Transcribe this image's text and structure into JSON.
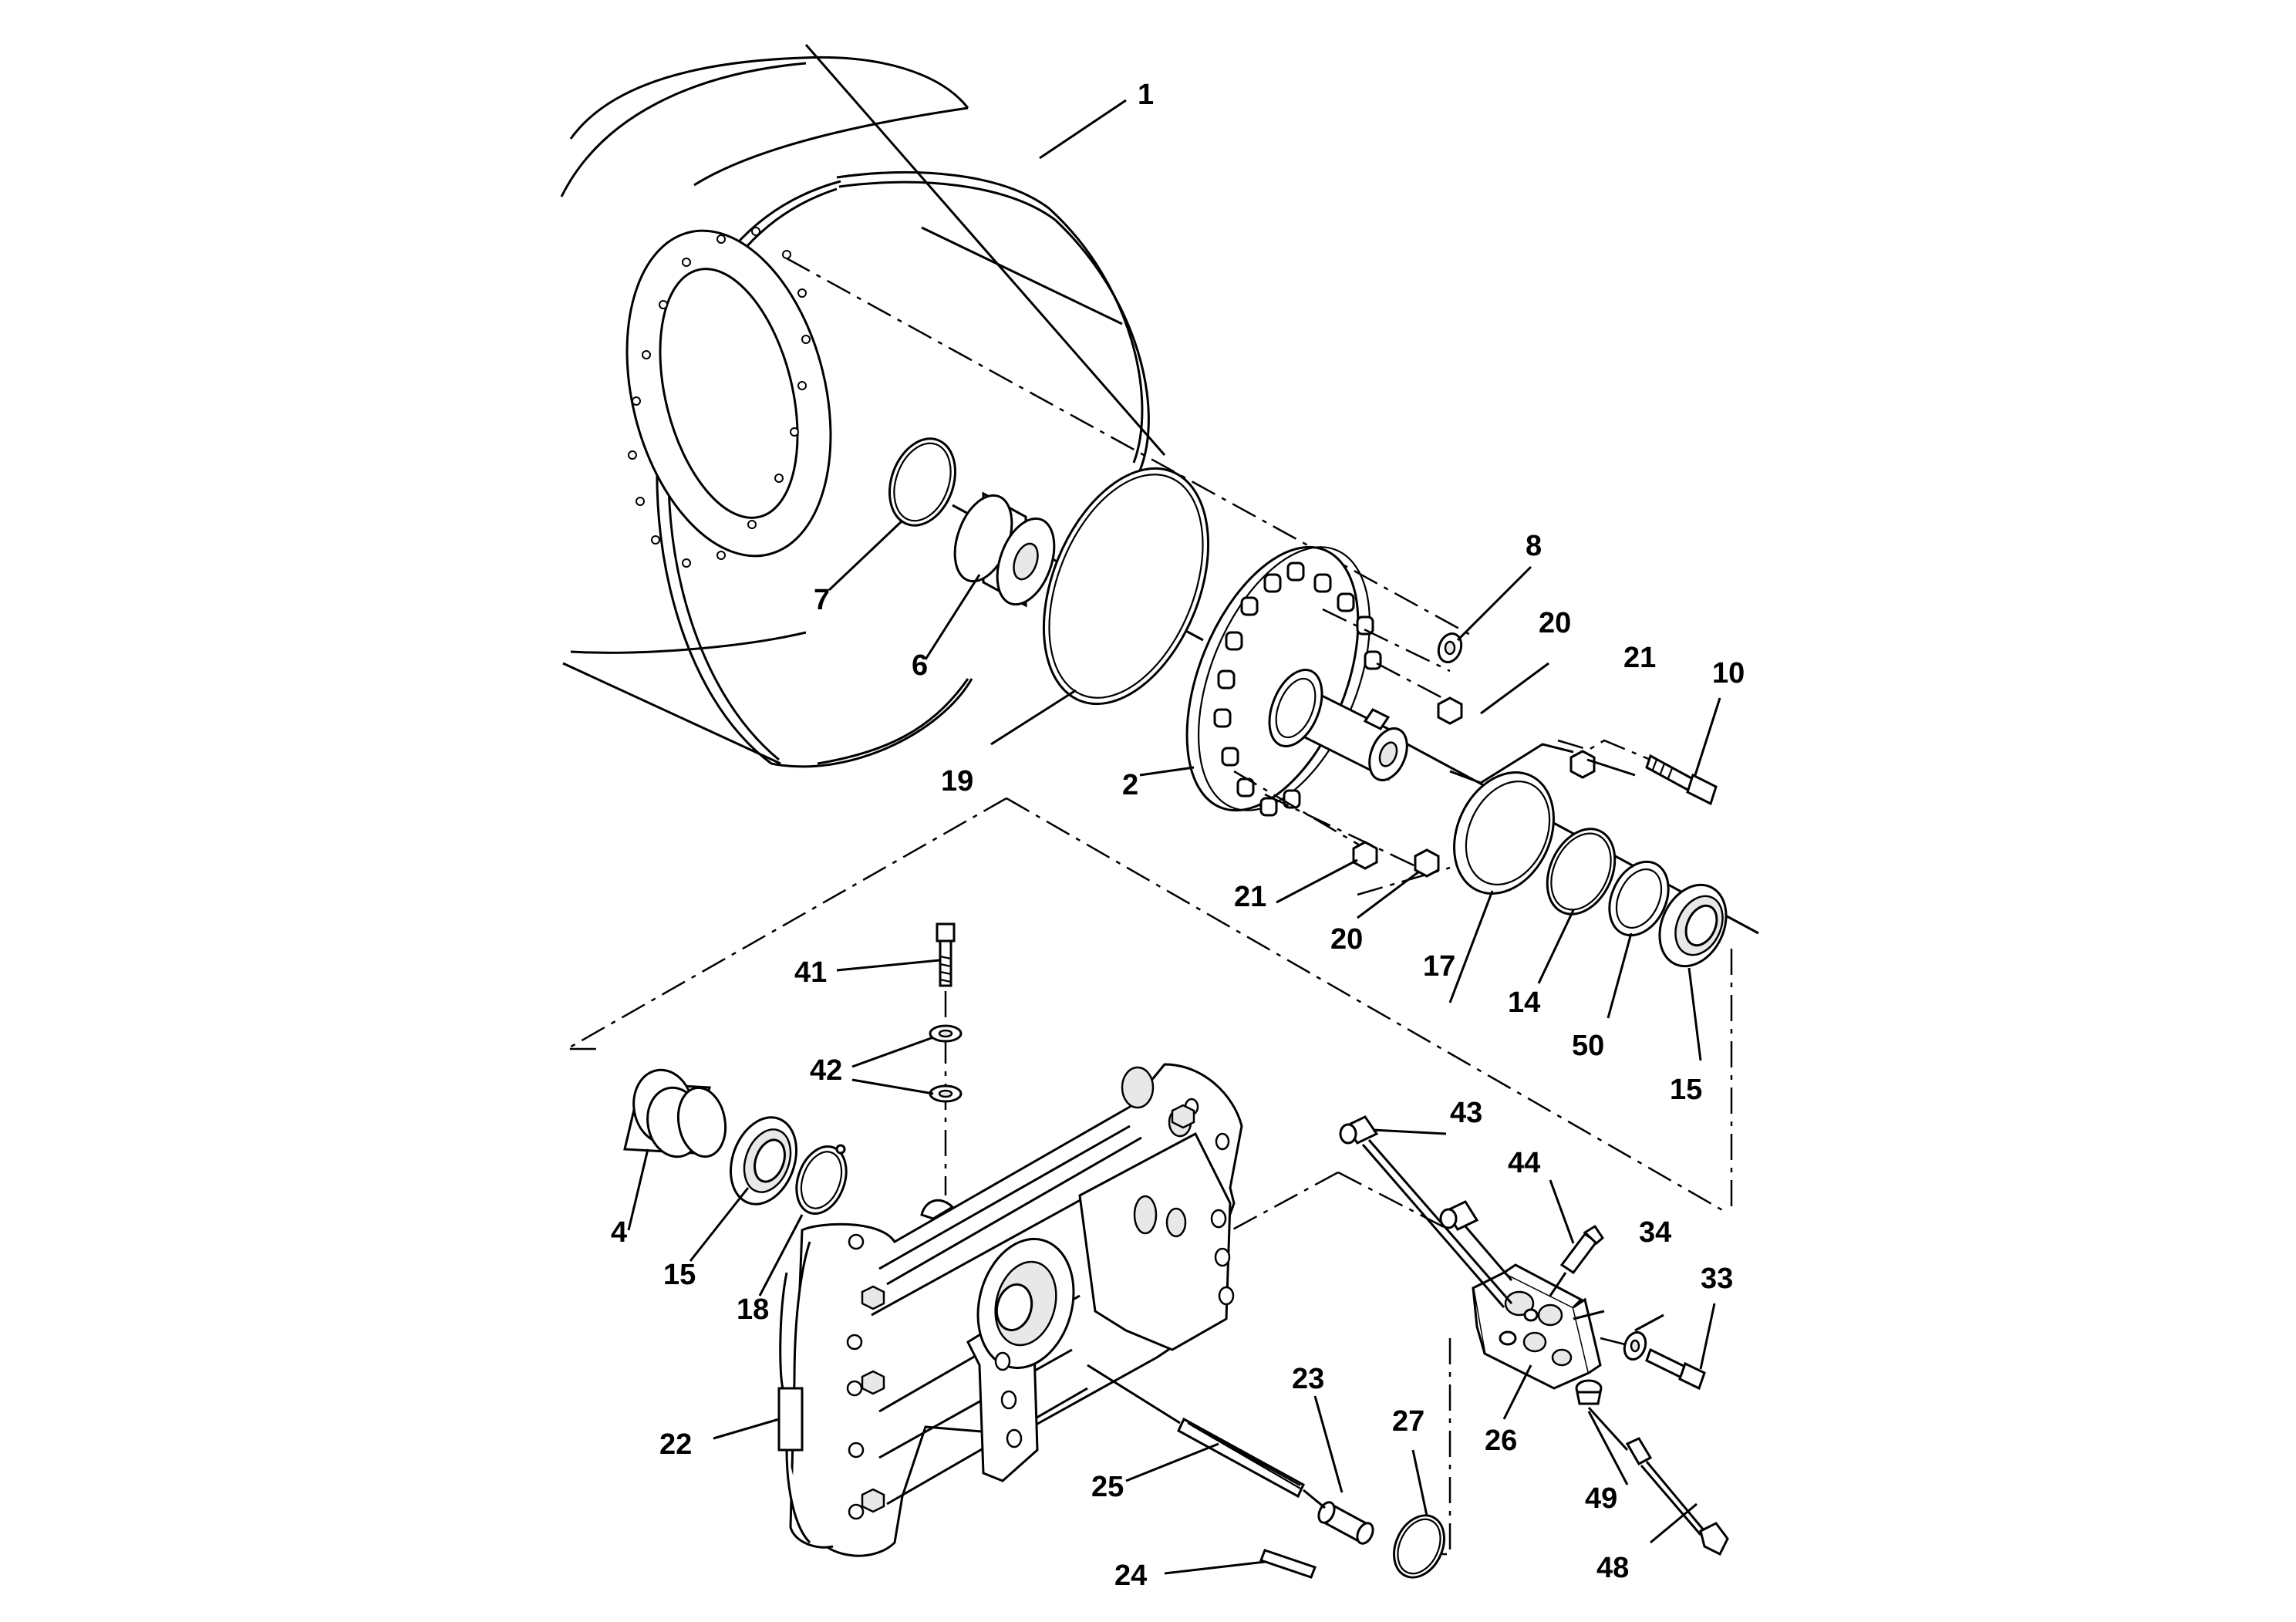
{
  "callouts": {
    "c1": "1",
    "c2": "2",
    "c4": "4",
    "c6": "6",
    "c7": "7",
    "c8": "8",
    "c10": "10",
    "c14": "14",
    "c15a": "15",
    "c15b": "15",
    "c17": "17",
    "c18": "18",
    "c19": "19",
    "c20a": "20",
    "c20b": "20",
    "c21a": "21",
    "c21b": "21",
    "c22": "22",
    "c23": "23",
    "c24": "24",
    "c25": "25",
    "c26": "26",
    "c27": "27",
    "c33": "33",
    "c34": "34",
    "c41": "41",
    "c42": "42",
    "c43": "43",
    "c44": "44",
    "c48": "48",
    "c49": "49",
    "c50": "50"
  }
}
